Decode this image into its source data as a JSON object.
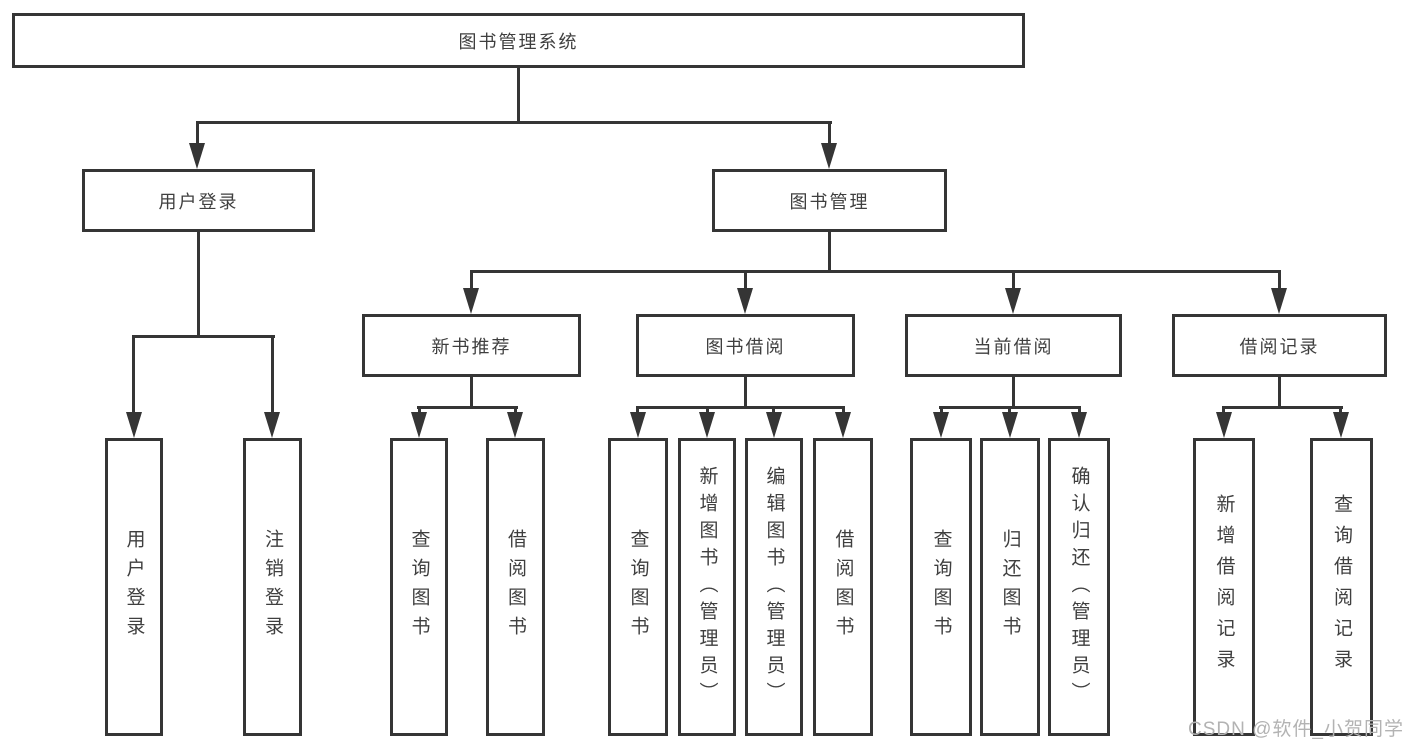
{
  "colors": {
    "line": "#353535",
    "box_border": "#353535",
    "text": "#3f3f3f",
    "background": "#ffffff",
    "watermark": "#b3b3b3"
  },
  "watermark": "CSDN @软件_小贺同学",
  "tree": {
    "root": {
      "label": "图书管理系统"
    },
    "level2": [
      {
        "label": "用户登录"
      },
      {
        "label": "图书管理"
      }
    ],
    "level3": [
      {
        "label": "新书推荐"
      },
      {
        "label": "图书借阅"
      },
      {
        "label": "当前借阅"
      },
      {
        "label": "借阅记录"
      }
    ],
    "leaves": {
      "user": [
        "用户登录",
        "注销登录"
      ],
      "recommend": [
        "查询图书",
        "借阅图书"
      ],
      "borrow": [
        "查询图书",
        "新增图书（管理员）",
        "编辑图书（管理员）",
        "借阅图书"
      ],
      "current": [
        "查询图书",
        "归还图书",
        "确认归还（管理员）"
      ],
      "records": [
        "新增借阅记录",
        "查询借阅记录"
      ]
    }
  }
}
